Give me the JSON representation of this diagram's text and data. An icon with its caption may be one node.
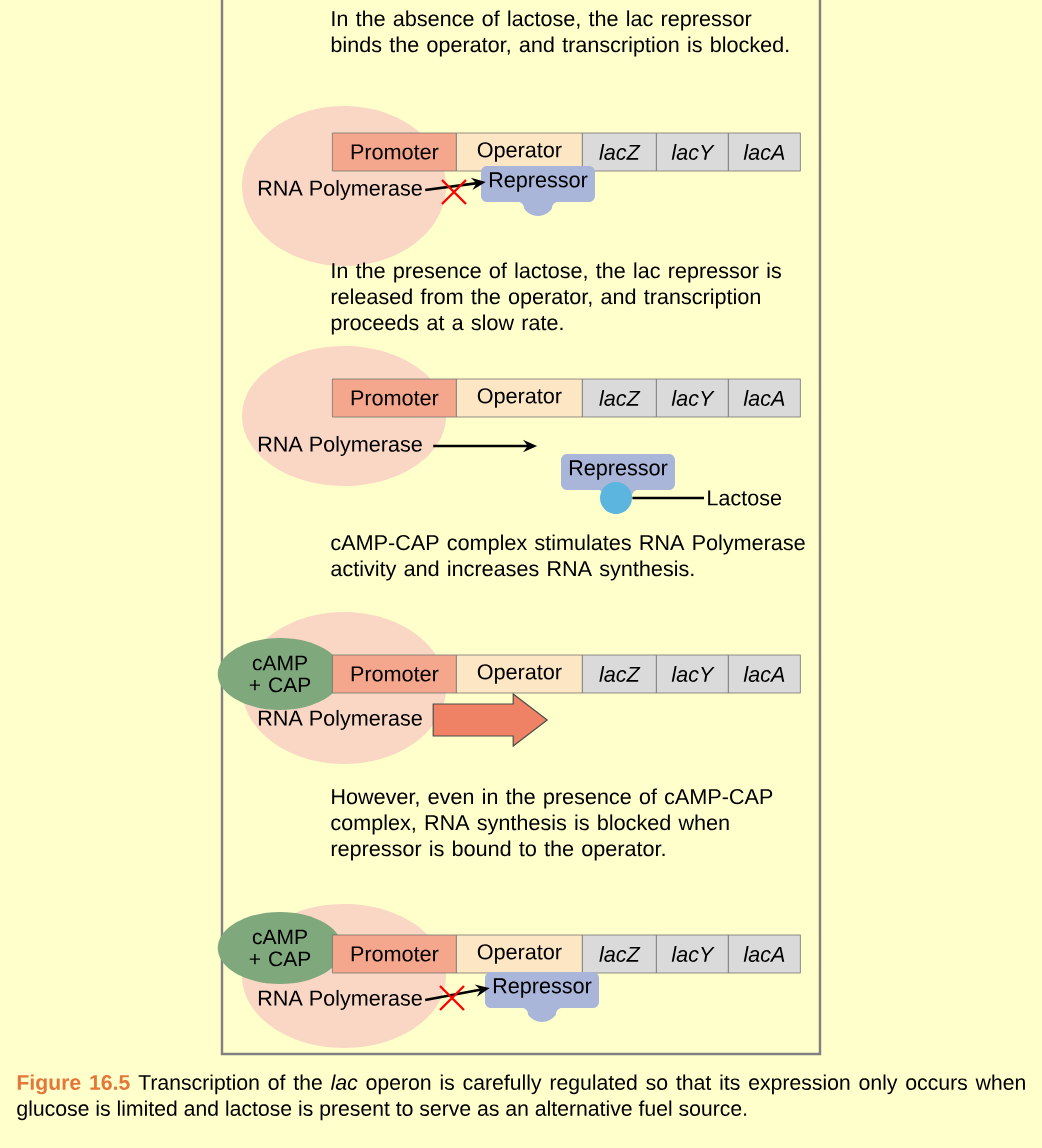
{
  "diagram": {
    "caption": "**Figure 16.5** Transcription of the *lac* operon is carefully regulated so that its expression only occurs when glucose is limited and lactose is present to serve as an alternative fuel source.",
    "nodes": [
      {
        "text": [
          "RNA Polymerase"
        ]
      },
      {
        "text": [
          "Promoter"
        ]
      },
      {
        "text": [
          "Operator"
        ]
      },
      {
        "text": [
          "lacZ"
        ]
      },
      {
        "text": [
          "lacY"
        ]
      },
      {
        "text": [
          "lacA"
        ]
      },
      {
        "text": [
          "Repressor"
        ]
      },
      {
        "text": [
          "RNA Polymerase"
        ]
      },
      {
        "text": [
          "Promoter"
        ]
      },
      {
        "text": [
          "Operator"
        ]
      },
      {
        "text": [
          "lacZ"
        ]
      },
      {
        "text": [
          "lacY"
        ]
      },
      {
        "text": [
          "lacA"
        ]
      },
      {
        "text": [
          "Repressor"
        ]
      },
      {
        "text": [],
        "shape": "circle"
      },
      {
        "text": [
          "Lactose"
        ]
      },
      {
        "text": [
          "RNA Polymerase"
        ]
      },
      {
        "text": [
          "cAMP + CAP"
        ]
      },
      {
        "text": [
          "Promoter"
        ]
      },
      {
        "text": [
          "Operator"
        ]
      },
      {
        "text": [
          "lacZ"
        ]
      },
      {
        "text": [
          "lacY"
        ]
      },
      {
        "text": [
          "lacA"
        ]
      },
      {
        "text": [
          "RNA Polymerase"
        ]
      },
      {
        "text": [
          "cAMP + CAP"
        ]
      },
      {
        "text": [
          "Promoter"
        ]
      },
      {
        "text": [
          "Operator"
        ]
      },
      {
        "text": [
          "lacZ"
        ]
      },
      {
        "text": [
          "lacY"
        ]
      },
      {
        "text": [
          "lacA"
        ]
      },
      {
        "text": [
          "Repressor"
        ]
      }
    ],
    "edges": [
      {
        "from": 0,
        "to": 6,
        "arrow": "to"
      },
      {
        "from": 7,
        "to": null,
        "arrow": "to"
      },
      {
        "from": 15,
        "to": 14,
        "arrow": "none"
      },
      {
        "from": 16,
        "to": null,
        "arrow": "to",
        "style": "thick",
        "color": "#ef8264"
      },
      {
        "from": 23,
        "to": 30,
        "arrow": "to"
      }
    ],
    "labels": [
      "In the absence of lactose, the lac repressor binds the operator, and transcription is blocked.",
      "In the presence of lactose, the lac repressor is released from the operator, and transcription proceeds at a slow rate.",
      "cAMP-CAP complex stimulates RNA Polymerase activity and increases RNA synthesis.",
      "However, even in the presence of cAMP-CAP complex, RNA synthesis is blocked when repressor is bound to the operator."
    ]
  }
}
